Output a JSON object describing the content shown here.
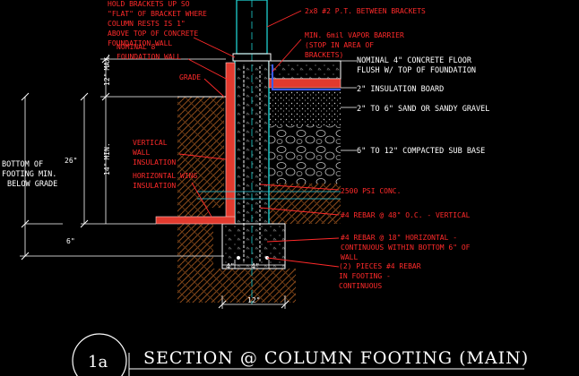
{
  "notes_left": {
    "hold_brackets": [
      "HOLD BRACKETS UP SO",
      "\"FLAT\" OF BRACKET WHERE",
      "COLUMN RESTS IS 1\"",
      "ABOVE TOP OF CONCRETE",
      "FOUNDATION WALL"
    ],
    "nominal_foundation_wall": [
      "NOMINAL 8\"",
      "FOUNDATION WALL"
    ],
    "grade": "GRADE",
    "vertical_wall_insulation": [
      "VERTICAL",
      "WALL",
      "INSULATION"
    ],
    "horizontal_wing_insulation": [
      "HORIZONTAL WING",
      "INSULATION"
    ]
  },
  "notes_right": {
    "brackets": "2x8 #2 P.T. BETWEEN BRACKETS",
    "vapor_barrier": [
      "MIN. 6mil VAPOR BARRIER",
      "(STOP IN AREA OF",
      "BRACKETS)"
    ],
    "concrete_floor": [
      "NOMINAL 4\" CONCRETE FLOOR",
      "FLUSH W/ TOP OF FOUNDATION"
    ],
    "insulation_board": "2\" INSULATION BOARD",
    "sand_gravel": "2\" TO 6\" SAND OR SANDY GRAVEL",
    "sub_base": "6\" TO 12\" COMPACTED SUB BASE",
    "concrete_psi": "2500 PSI CONC.",
    "rebar_vertical": "#4 REBAR @ 48\" O.C. - VERTICAL",
    "rebar_horizontal": [
      "#4 REBAR @ 18\" HORIZONTAL -",
      "CONTINUOUS WITHIN BOTTOM 6\" OF",
      "WALL"
    ],
    "rebar_footing": [
      "(2) PIECES #4 REBAR",
      "IN FOOTING -",
      "CONTINUOUS"
    ]
  },
  "dimensions": {
    "max_12": "12\"",
    "max_label": "MAX.",
    "d26": "26\"",
    "d14": "14\"",
    "min_label": "MIN.",
    "d6": "6\"",
    "d4a": "4\"",
    "d4b": "4\"",
    "d12": "12\""
  },
  "bottom_of_footing": [
    "BOTTOM OF",
    "FOOTING MIN.",
    "BELOW GRADE"
  ],
  "title": {
    "number": "1a",
    "text": "SECTION @ COLUMN FOOTING (MAIN)"
  },
  "colors": {
    "background": "#000000",
    "linework": "#ffffff",
    "annotation": "#ff2a2a",
    "insulation": "#e23a2e",
    "foundation": "#1fd0d0",
    "vapor_barrier": "#3a5cff",
    "earth_hatch": "#8a4a1a",
    "gravel": "#bfbfbf",
    "leader": "#2fd0e0"
  }
}
